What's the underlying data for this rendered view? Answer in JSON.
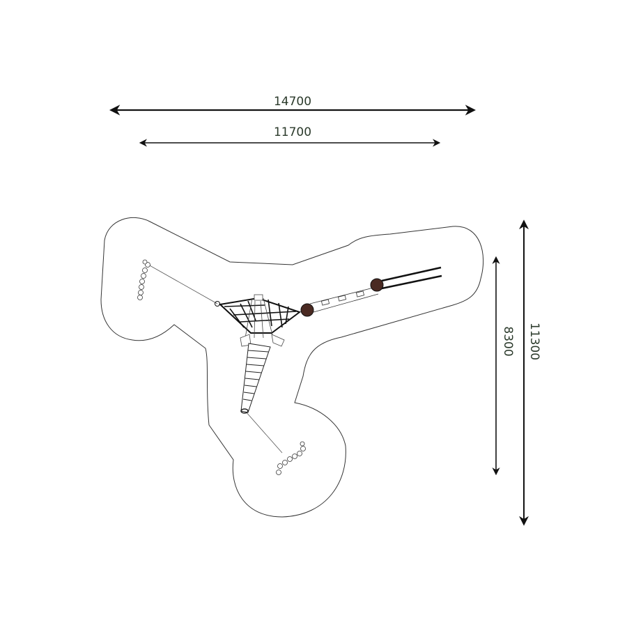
{
  "dimensions": {
    "overall_width": "14700",
    "equipment_width": "11700",
    "equipment_depth": "8300",
    "overall_depth": "11300"
  },
  "colors": {
    "line": "#111111",
    "text": "#2b3a2b",
    "outline": "#333333"
  }
}
